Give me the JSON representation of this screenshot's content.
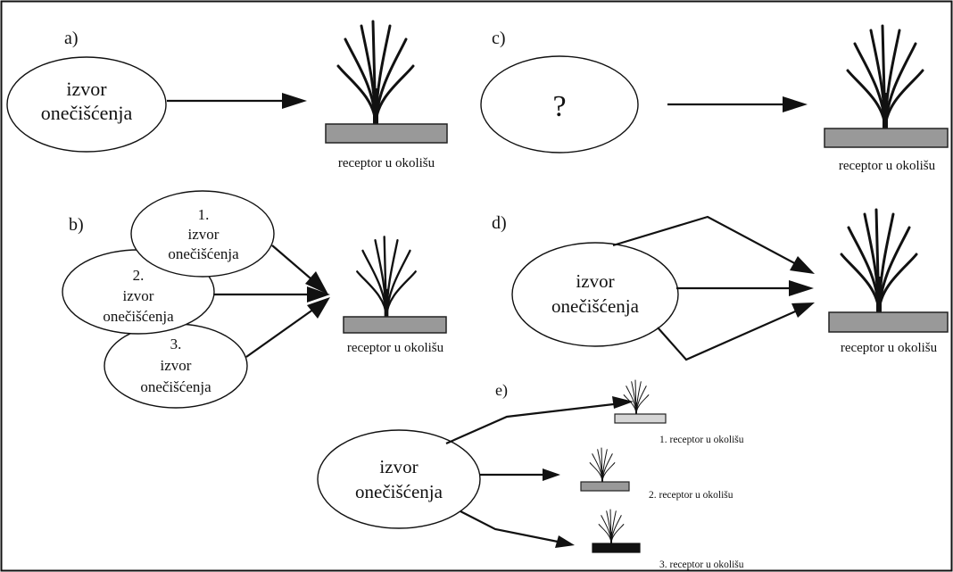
{
  "colors": {
    "border": "#111111",
    "base_gray": "#999999",
    "base_light": "#d6d6d6",
    "base_dark": "#111111"
  },
  "panels": {
    "a": {
      "label": "a)",
      "source": [
        "izvor",
        "onečišćenja"
      ],
      "receptor": "receptor u okolišu"
    },
    "b": {
      "label": "b)",
      "sources": [
        [
          "1.",
          "izvor",
          "onečišćenja"
        ],
        [
          "2.",
          "izvor",
          "onečišćenja"
        ],
        [
          "3.",
          "izvor",
          "onečišćenja"
        ]
      ],
      "receptor": "receptor u okolišu"
    },
    "c": {
      "label": "c)",
      "source": "?",
      "receptor": "receptor u okolišu"
    },
    "d": {
      "label": "d)",
      "source": [
        "izvor",
        "onečišćenja"
      ],
      "receptor": "receptor u okolišu"
    },
    "e": {
      "label": "e)",
      "source": [
        "izvor",
        "onečišćenja"
      ],
      "receptors": [
        "1. receptor u okolišu",
        "2. receptor u okolišu",
        "3. receptor u okolišu"
      ]
    }
  }
}
